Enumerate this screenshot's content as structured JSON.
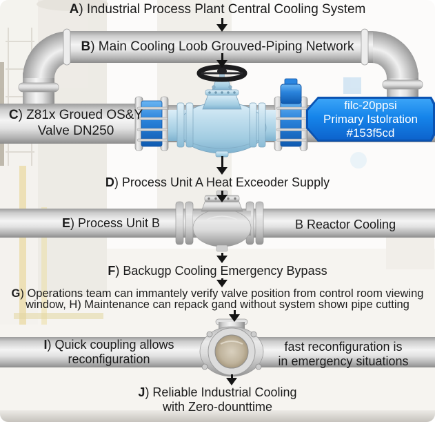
{
  "steps": {
    "a": {
      "key": "A",
      "text": ") Industrial Process Plant Central Cooling System"
    },
    "b": {
      "key": "B",
      "text": ") Main Cooling Loob Grouved-Piping Network"
    },
    "c": {
      "key": "C",
      "text": ") Z81x Groued OS&Y",
      "line2": "Valve DN250"
    },
    "d": {
      "key": "D",
      "text": ") Process Unit A Heat Exceoder Supply"
    },
    "e": {
      "key": "E",
      "text": ") Process Unit B"
    },
    "f": {
      "key": "F",
      "text": ") Backugp Cooling Emergency Bypass"
    },
    "g": {
      "key": "G",
      "text": ") Operations team can immantely verify valve position from control room viewing",
      "line2": "window, H) Maintenance can repack gand without system showı pipe cutting"
    },
    "i": {
      "key": "I",
      "text": ") Quick coupling allows",
      "line2": "reconfiguration"
    },
    "j": {
      "key": "J",
      "text": ") Reliable Industrial Cooling",
      "line2": "with Zero-dounttime"
    }
  },
  "pipe_labels": {
    "reactor": "B Reactor Cooling",
    "fast_line1": "fast reconfiguration is",
    "fast_line2": "in emergency situations"
  },
  "badge": {
    "line1": "filc-20ppsi",
    "line2": "Primary Istolration",
    "line3": "#153f5cd",
    "fill": "#1584ea",
    "border": "#0a53b2",
    "text_color": "#ffffff"
  },
  "colors": {
    "valve_blue": "#b9d9ea",
    "coupling_blue": "#2b84dc",
    "pipe_silver": "#d7d7d7",
    "arrow_black": "#141414",
    "text": "#1b1b1b"
  },
  "icons": {
    "handwheel": "handwheel-icon",
    "gate_valve": "gate-valve-icon",
    "check_valve": "check-valve-icon",
    "sight_glass": "sight-glass-coupling-icon",
    "flow_arrow": "arrow-down-icon"
  }
}
